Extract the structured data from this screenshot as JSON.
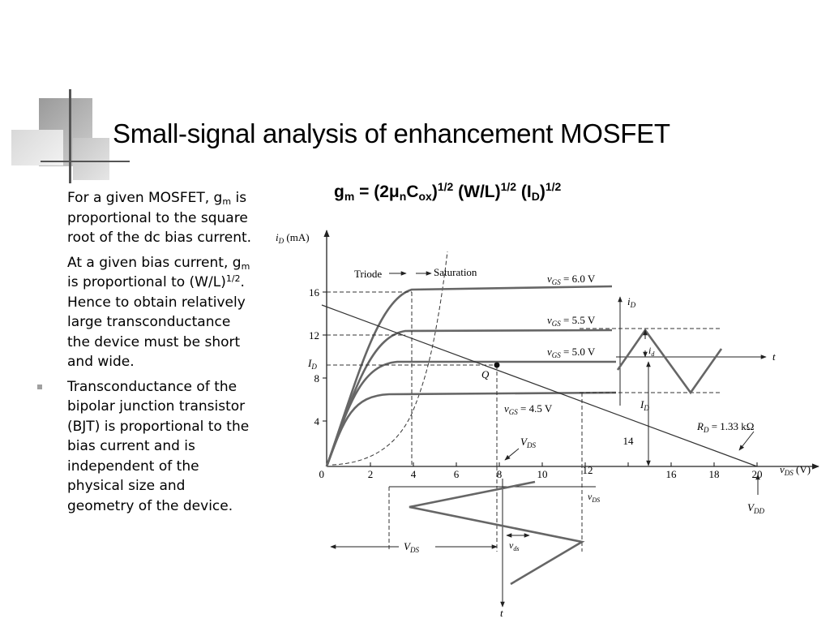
{
  "slide": {
    "title": "Small-signal analysis of enhancement MOSFET",
    "formula": {
      "lhs": "g",
      "lhs_sub": "m",
      "eq": " = (2",
      "mu": "μ",
      "mu_sub": "n",
      "c": "C",
      "c_sub": "ox",
      "close1": ")",
      "sup1": "1/2",
      "wl": " (W/L)",
      "sup2": "1/2",
      "id_open": " (I",
      "id_sub": "D",
      "close2": ")",
      "sup3": "1/2"
    },
    "paragraphs": {
      "p1_a": "For a given MOSFET, g",
      "p1_sub": "m",
      "p1_b": " is proportional to the square root of the dc bias current.",
      "p2_a": "At a given bias current, g",
      "p2_sub": "m",
      "p2_b": " is proportional to (W/L)",
      "p2_sup": "1/2",
      "p2_c": ". Hence to obtain relatively large transconductance the device must be short and wide.",
      "p3": "Transconductance of the bipolar junction transistor (BJT) is proportional to the bias current and is independent of the physical size and geometry of the device."
    }
  },
  "figure": {
    "y_axis_label": "i",
    "y_axis_sub": "D",
    "y_axis_unit": " (mA)",
    "x_axis_label": "v",
    "x_axis_sub": "DS",
    "x_axis_unit": " (V)",
    "origin": "0",
    "x_ticks": [
      "2",
      "4",
      "6",
      "8",
      "10",
      "12",
      "16",
      "18",
      "20"
    ],
    "x_tick_14": "14",
    "y_ticks": [
      "4",
      "8",
      "12",
      "16"
    ],
    "y_ID": "I",
    "y_ID_sub": "D",
    "region_triode": "Triode",
    "region_saturation": "Saturation",
    "curves": [
      {
        "label": "v",
        "sub": "GS",
        "value": " = 6.0 V"
      },
      {
        "label": "v",
        "sub": "GS",
        "value": " = 5.5 V"
      },
      {
        "label": "v",
        "sub": "GS",
        "value": " = 5.0 V"
      },
      {
        "label": "v",
        "sub": "GS",
        "value": " = 4.5 V"
      }
    ],
    "q_point": "Q",
    "load_line": {
      "label": "R",
      "sub": "D",
      "value": " = 1.33 kΩ"
    },
    "vdd": {
      "label": "V",
      "sub": "DD"
    },
    "vds_mark": {
      "label": "V",
      "sub": "DS"
    },
    "vds_bottom": {
      "label": "V",
      "sub": "DS"
    },
    "vds_small": {
      "label": "v",
      "sub": "DS"
    },
    "vds_ac": {
      "label": "v",
      "sub": "ds"
    },
    "id_wave": {
      "label": "i",
      "sub": "D"
    },
    "id_ac": {
      "label": "i",
      "sub": "d"
    },
    "id_dc": {
      "label": "I",
      "sub": "D"
    },
    "t_label": "t",
    "t_label_bottom": "t"
  }
}
